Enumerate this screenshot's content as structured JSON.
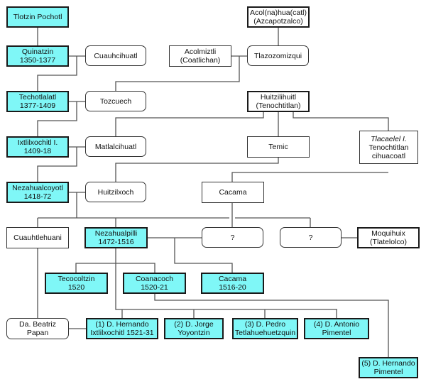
{
  "diagram": {
    "colors": {
      "ruler_fill": "#7ff7f7",
      "line": "#555555",
      "border": "#1a1a1a"
    },
    "nodes": {
      "tlotzin": {
        "lines": [
          "Tlotzin Pochotl"
        ],
        "type": "ruler"
      },
      "quinatzin": {
        "lines": [
          "Quinatzin",
          "1350-1377"
        ],
        "type": "ruler"
      },
      "cuauhcihuatl": {
        "lines": [
          "Cuauhcihuatl"
        ],
        "type": "spouse"
      },
      "acolmiztli": {
        "lines": [
          "Acolmiztli",
          "(Coatlichan)"
        ],
        "type": "plain"
      },
      "acolnahuacatl": {
        "lines": [
          "Acol(na)hua(catl)",
          "(Azcapotzalco)"
        ],
        "type": "bold"
      },
      "tlazozomizqui": {
        "lines": [
          "Tlazozomizqui"
        ],
        "type": "spouse"
      },
      "techotlalatl": {
        "lines": [
          "Techotlalatl",
          "1377-1409"
        ],
        "type": "ruler"
      },
      "tozcuech": {
        "lines": [
          "Tozcuech"
        ],
        "type": "spouse"
      },
      "huitzilihuitl": {
        "lines": [
          "Huitzilihuitl",
          "(Tenochtitlan)"
        ],
        "type": "bold"
      },
      "ixtlilxochitl1": {
        "lines": [
          "Ixtlilxochitl I.",
          "1409-18"
        ],
        "type": "ruler"
      },
      "matlalcihuatl": {
        "lines": [
          "Matlalcihuatl"
        ],
        "type": "spouse"
      },
      "temic": {
        "lines": [
          "Temic"
        ],
        "type": "plain"
      },
      "tlacaelel": {
        "lines": [
          "Tlacaelel I.",
          "Tenochtitlan",
          "cihuacoatl"
        ],
        "type": "plain"
      },
      "nezahualcoyotl": {
        "lines": [
          "Nezahualcoyotl",
          "1418-72"
        ],
        "type": "ruler"
      },
      "huitzilxoch": {
        "lines": [
          "Huitzilxoch"
        ],
        "type": "spouse"
      },
      "cacama_elder": {
        "lines": [
          "Cacama"
        ],
        "type": "plain"
      },
      "cuauhtlehuani": {
        "lines": [
          "Cuauhtlehuani"
        ],
        "type": "plain"
      },
      "nezahualpilli": {
        "lines": [
          "Nezahualpilli",
          "1472-1516"
        ],
        "type": "ruler"
      },
      "unknown1": {
        "lines": [
          "?"
        ],
        "type": "spouse"
      },
      "unknown2": {
        "lines": [
          "?"
        ],
        "type": "spouse"
      },
      "moquihuix": {
        "lines": [
          "Moquihuix",
          "(Tlatelolco)"
        ],
        "type": "bold"
      },
      "tecocoltzin": {
        "lines": [
          "Tecocoltzin",
          "1520"
        ],
        "type": "ruler"
      },
      "coanacoch": {
        "lines": [
          "Coanacoch",
          "1520-21"
        ],
        "type": "ruler"
      },
      "cacama_ruler": {
        "lines": [
          "Cacama",
          "1516-20"
        ],
        "type": "ruler"
      },
      "beatriz": {
        "lines": [
          "Da. Beatriz",
          "Papan"
        ],
        "type": "spouse"
      },
      "hernando_ixtlil": {
        "lines": [
          "(1) D. Hernando",
          "Ixtlilxochitl 1521-31"
        ],
        "type": "ruler"
      },
      "jorge": {
        "lines": [
          "(2) D. Jorge",
          "Yoyontzin"
        ],
        "type": "ruler"
      },
      "pedro": {
        "lines": [
          "(3) D. Pedro",
          "Tetlahuehuetzquin"
        ],
        "type": "ruler"
      },
      "antonio": {
        "lines": [
          "(4) D. Antonio",
          "Pimentel"
        ],
        "type": "ruler"
      },
      "hernando_pimentel": {
        "lines": [
          "(5) D. Hernando",
          "Pimentel"
        ],
        "type": "ruler"
      }
    }
  }
}
